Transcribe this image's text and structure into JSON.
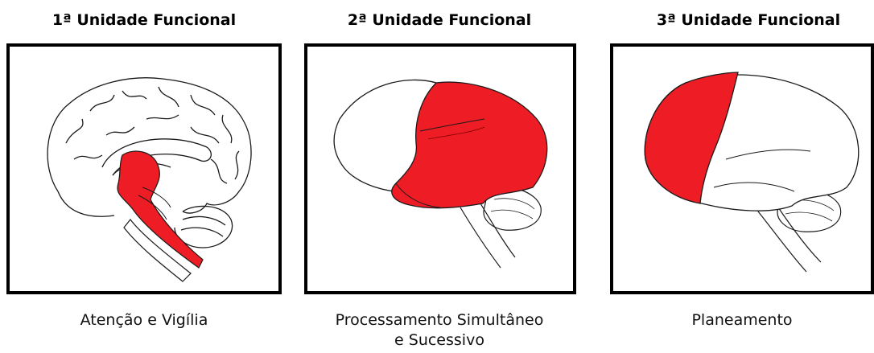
{
  "units": [
    {
      "title": "1ª Unidade Funcional",
      "caption": "Atenção e Vigília"
    },
    {
      "title": "2ª Unidade Funcional",
      "caption_line1": "Processamento Simultâneo",
      "caption_line2": "e Sucessivo"
    },
    {
      "title": "3ª Unidade Funcional",
      "caption": "Planeamento"
    }
  ],
  "colors": {
    "highlight": "#ee1c25",
    "outline": "#1a1a1a",
    "frame": "#000000"
  }
}
